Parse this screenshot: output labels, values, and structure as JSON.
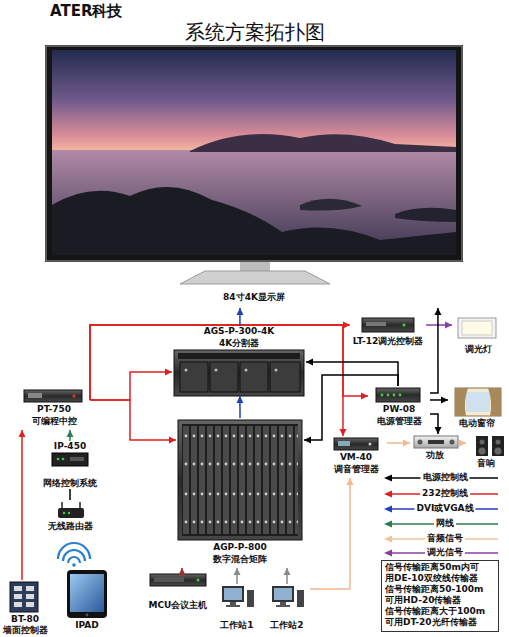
{
  "diagram": {
    "title": "系统方案拓扑图",
    "nodes": [
      {
        "text": [
          "84寸4K显示屏"
        ]
      },
      {
        "text": [
          "LT-12调光控制器"
        ]
      },
      {
        "text": [
          "调光灯"
        ]
      },
      {
        "text": [
          "AGS-P-300-4K",
          "4K分割器"
        ]
      },
      {
        "text": [
          "PT-750",
          "可编程中控"
        ]
      },
      {
        "text": [
          "PW-08",
          "电源管理器"
        ]
      },
      {
        "text": [
          "电动窗帘"
        ]
      },
      {
        "text": [
          "VM-40",
          "调音管理器"
        ]
      },
      {
        "text": [
          "功放"
        ]
      },
      {
        "text": [
          "音响"
        ]
      },
      {
        "text": [
          "IP-450",
          "网络控制系统"
        ]
      },
      {
        "text": [
          "无线路由器"
        ]
      },
      {
        "text": [
          "AGP-P-800",
          "数字混合矩阵"
        ]
      },
      {
        "text": [
          "BT-80",
          "墙面控制器"
        ]
      },
      {
        "text": [
          "IPAD"
        ]
      },
      {
        "text": [
          "MCU会议主机"
        ]
      },
      {
        "text": [
          "工作站1"
        ]
      },
      {
        "text": [
          "工作站2"
        ]
      },
      {
        "text": [
          "信号传输距离50m内可 用DE-10双绞线传输器",
          "信号传输距离50-100m 可用HD-20传输器",
          "信号传输距离大于100m 可用DT-20光纤传输器"
        ]
      }
    ],
    "edges": [
      {
        "from": 4,
        "to": 1,
        "arrow": "to"
      },
      {
        "from": 4,
        "to": 3,
        "arrow": "to"
      },
      {
        "from": 4,
        "to": 12,
        "arrow": "to"
      },
      {
        "from": 4,
        "to": 5,
        "arrow": "to"
      },
      {
        "from": 4,
        "to": 7,
        "arrow": "to"
      },
      {
        "from": 13,
        "to": 4,
        "arrow": "to"
      },
      {
        "from": 10,
        "to": 4,
        "arrow": "to"
      },
      {
        "from": 11,
        "to": 10,
        "arrow": "none"
      },
      {
        "from": 3,
        "to": 0,
        "arrow": "to"
      },
      {
        "from": 12,
        "to": 3,
        "arrow": "to"
      },
      {
        "from": 15,
        "to": 12,
        "arrow": "to"
      },
      {
        "from": 16,
        "to": 12,
        "arrow": "to"
      },
      {
        "from": 17,
        "to": 12,
        "arrow": "to"
      },
      {
        "from": 17,
        "to": 7,
        "arrow": "to"
      },
      {
        "from": 1,
        "to": 2,
        "arrow": "to"
      },
      {
        "from": 5,
        "to": 3,
        "arrow": "to"
      },
      {
        "from": 5,
        "to": 12,
        "arrow": "to"
      },
      {
        "from": 5,
        "to": 6,
        "arrow": "to"
      },
      {
        "from": 5,
        "to": 0,
        "arrow": "to"
      },
      {
        "from": 5,
        "to": 8,
        "arrow": "to"
      },
      {
        "from": 7,
        "to": 8,
        "arrow": "to"
      },
      {
        "from": 8,
        "to": 9,
        "arrow": "to"
      }
    ],
    "labels": [
      "ATER科技"
    ],
    "legend": [
      {
        "text": "电源控制线"
      },
      {
        "text": "232控制线"
      },
      {
        "text": "DVI或VGA线"
      },
      {
        "text": "网线"
      },
      {
        "text": "音频信号"
      },
      {
        "text": "调光信号"
      }
    ]
  }
}
